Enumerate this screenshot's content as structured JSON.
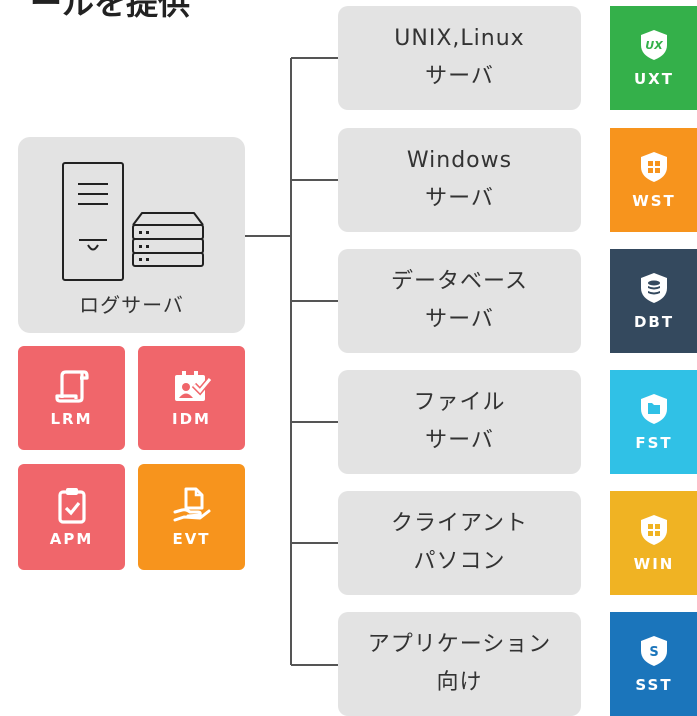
{
  "heading": "ールを提供",
  "log_server": {
    "label": "ログサーバ"
  },
  "tiles": [
    {
      "label": "LRM",
      "color": "#f0666b"
    },
    {
      "label": "IDM",
      "color": "#f0666b"
    },
    {
      "label": "APM",
      "color": "#f0666b"
    },
    {
      "label": "EVT",
      "color": "#f7941d"
    }
  ],
  "servers": [
    {
      "label": "UNIX,Linux\nサーバ",
      "badge": "UXT",
      "badge_icon_text": "UX",
      "badge_color": "#34b04a"
    },
    {
      "label": "Windows\nサーバ",
      "badge": "WST",
      "badge_color": "#f7941d"
    },
    {
      "label": "データベース\nサーバ",
      "badge": "DBT",
      "badge_color": "#34495e"
    },
    {
      "label": "ファイル\nサーバ",
      "badge": "FST",
      "badge_color": "#30c1e6"
    },
    {
      "label": "クライアント\nパソコン",
      "badge": "WIN",
      "badge_color": "#f0b323"
    },
    {
      "label": "アプリケーション\n向け",
      "badge": "SST",
      "badge_icon_text": "S",
      "badge_color": "#1b75bb"
    }
  ]
}
